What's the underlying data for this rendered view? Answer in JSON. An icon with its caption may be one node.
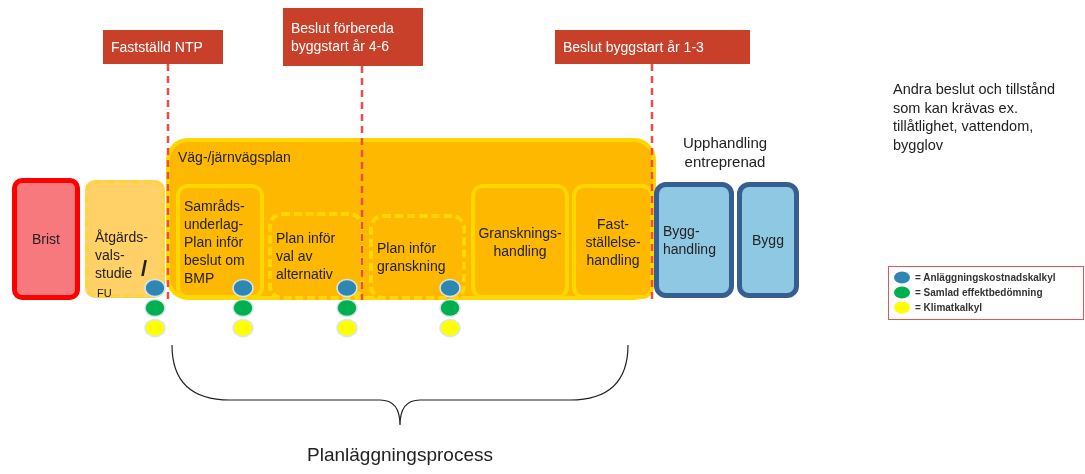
{
  "diagram": {
    "nodes": [
      {
        "text": [
          "Brist"
        ]
      },
      {
        "text": [
          "Åtgärds- vals- studie",
          "/",
          "FU"
        ]
      },
      {
        "text": [
          "Väg-/järnvägsplan"
        ]
      },
      {
        "text": [
          "Samråds- underlag- Plan inför beslut om BMP"
        ],
        "in": 2
      },
      {
        "text": [
          "Plan inför val av alternativ"
        ],
        "in": 2
      },
      {
        "text": [
          "Plan inför granskning"
        ],
        "in": 2
      },
      {
        "text": [
          "Gransknings- handling"
        ],
        "in": 2
      },
      {
        "text": [
          "Fast- ställelse- handling"
        ],
        "in": 2
      },
      {
        "text": [
          "Bygg- handling"
        ]
      },
      {
        "text": [
          "Bygg"
        ]
      },
      {
        "text": [
          "Fastställd NTP"
        ]
      },
      {
        "text": [
          "Beslut förbereda byggstart år 4-6"
        ]
      },
      {
        "text": [
          "Beslut byggstart år 1-3"
        ]
      }
    ],
    "labels": [
      "Upphandling entreprenad",
      "Andra beslut och tillstånd som kan krävas ex. tillåtlighet, vattendom, bygglov",
      "Planläggningsprocess"
    ],
    "legend": [
      {
        "text": "= Anläggningskostnadskalkyl",
        "color": "#2e86b3"
      },
      {
        "text": "= Samlad effektbedömning",
        "color": "#00b050"
      },
      {
        "text": "= Klimatkalkyl",
        "color": "#ffff00"
      }
    ]
  }
}
